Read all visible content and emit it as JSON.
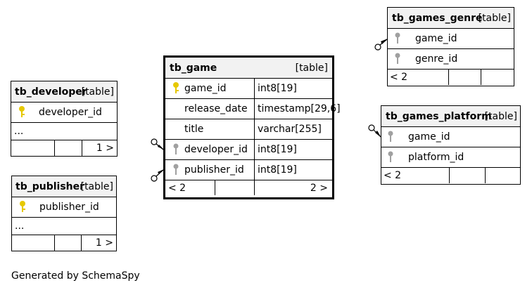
{
  "tables": {
    "tb_game": {
      "name": "tb_game",
      "type_label": "[table]",
      "columns": [
        {
          "name": "game_id",
          "type": "int8[19]",
          "key": "primary"
        },
        {
          "name": "release_date",
          "type": "timestamp[29,6]",
          "key": "none"
        },
        {
          "name": "title",
          "type": "varchar[255]",
          "key": "none"
        },
        {
          "name": "developer_id",
          "type": "int8[19]",
          "key": "foreign"
        },
        {
          "name": "publisher_id",
          "type": "int8[19]",
          "key": "foreign"
        }
      ],
      "footer_left": "< 2",
      "footer_right": "2 >"
    },
    "tb_developer": {
      "name": "tb_developer",
      "type_label": "[table]",
      "columns": [
        {
          "name": "developer_id",
          "key": "primary"
        }
      ],
      "ellipsis": "...",
      "footer_right": "1 >"
    },
    "tb_publisher": {
      "name": "tb_publisher",
      "type_label": "[table]",
      "columns": [
        {
          "name": "publisher_id",
          "key": "primary"
        }
      ],
      "ellipsis": "...",
      "footer_right": "1 >"
    },
    "tb_games_genre": {
      "name": "tb_games_genre",
      "type_label": "[table]",
      "columns": [
        {
          "name": "game_id",
          "key": "foreign"
        },
        {
          "name": "genre_id",
          "key": "foreign"
        }
      ],
      "footer_left": "< 2"
    },
    "tb_games_platform": {
      "name": "tb_games_platform",
      "type_label": "[table]",
      "columns": [
        {
          "name": "game_id",
          "key": "foreign"
        },
        {
          "name": "platform_id",
          "key": "foreign"
        }
      ],
      "footer_left": "< 2"
    }
  },
  "colors": {
    "primary_key": "#e6c800",
    "foreign_key": "#a0a0a0",
    "header_bg": "#f2f2f2"
  },
  "footer_text": "Generated by SchemaSpy"
}
